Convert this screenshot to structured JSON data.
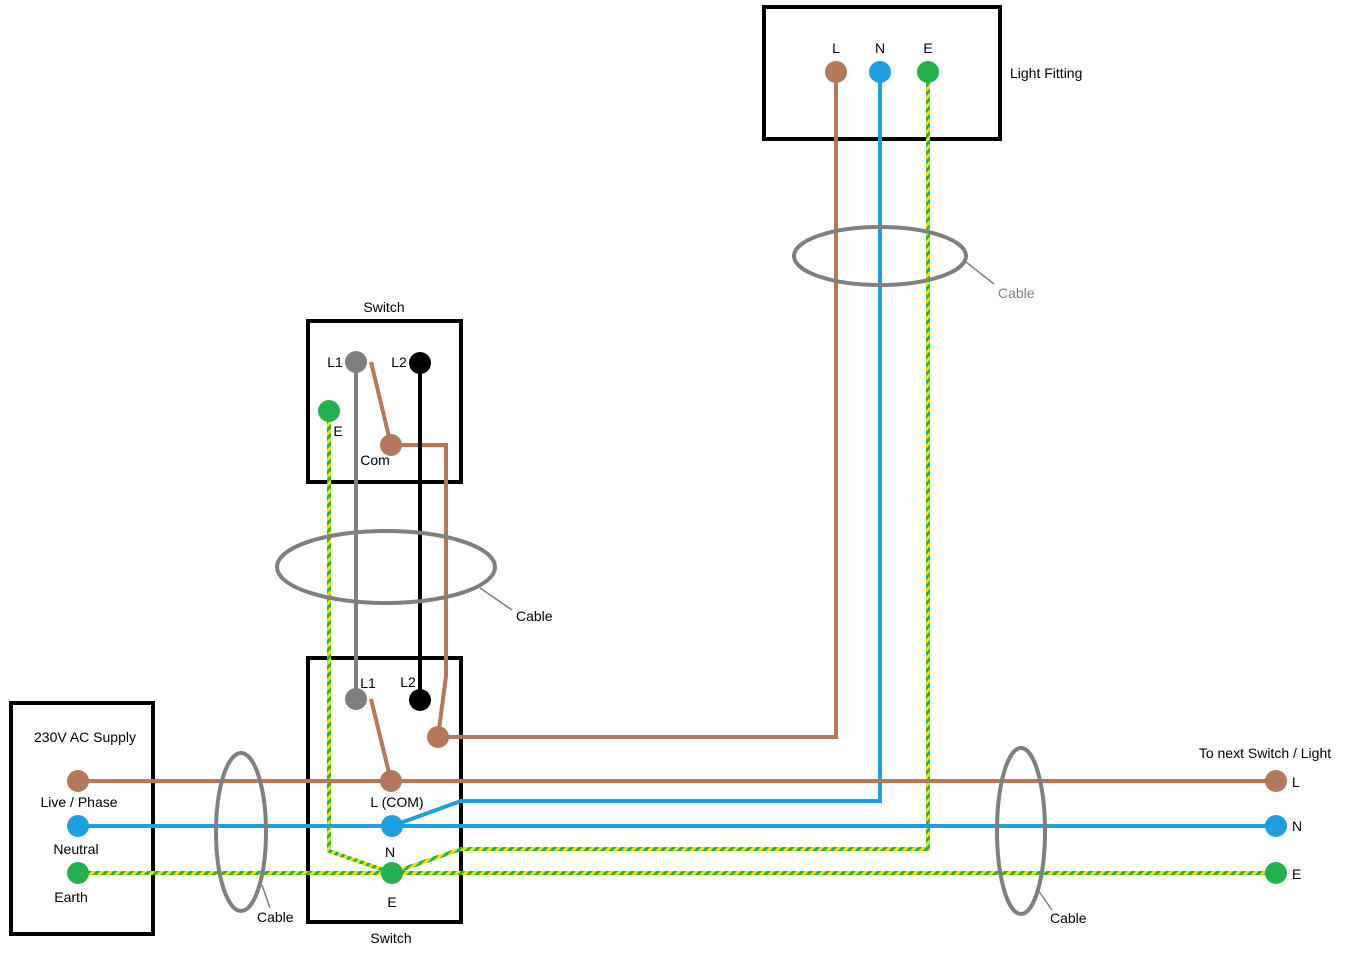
{
  "colors": {
    "live": "#b5785a",
    "neutral": "#1ba1e2",
    "earth_green": "#22b14c",
    "earth_yellow": "#f2e600",
    "strapper_l1": "#7f7f7f",
    "strapper_l2": "#000000",
    "cable_ring": "#7f7f7f",
    "box_border": "#000000"
  },
  "supply": {
    "title": "230V AC Supply",
    "live_label": "Live / Phase",
    "neutral_label": "Neutral",
    "earth_label": "Earth"
  },
  "light_fitting": {
    "title": "Light Fitting",
    "terminal_l": "L",
    "terminal_n": "N",
    "terminal_e": "E"
  },
  "switch_upper": {
    "title": "Switch",
    "terminal_l1": "L1",
    "terminal_l2": "L2",
    "terminal_e": "E",
    "terminal_com": "Com"
  },
  "switch_lower": {
    "title": "Switch",
    "terminal_l1": "L1",
    "terminal_l2": "L2",
    "terminal_lcom": "L (COM)",
    "terminal_n": "N",
    "terminal_e": "E"
  },
  "next": {
    "title": "To next Switch / Light",
    "terminal_l": "L",
    "terminal_n": "N",
    "terminal_e": "E"
  },
  "cable_labels": {
    "light_cable": "Cable",
    "strapper_cable": "Cable",
    "supply_cable": "Cable",
    "onward_cable": "Cable"
  }
}
